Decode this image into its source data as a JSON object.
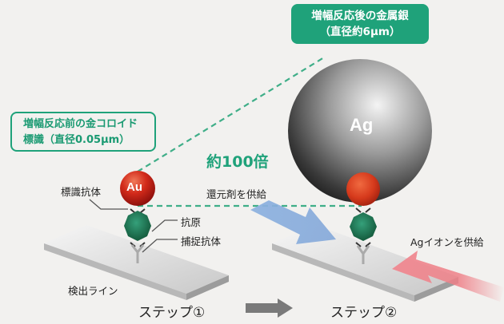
{
  "callouts": {
    "after": {
      "line1": "増幅反応後の金属銀",
      "line2": "（直径約6μm）"
    },
    "before": {
      "line1": "増幅反応前の金コロイド",
      "line2": "標識（直径0.05μm）"
    }
  },
  "magnification": "約100倍",
  "particles": {
    "gold": "Au",
    "silver": "Ag"
  },
  "labels": {
    "labeled_antibody": "標識抗体",
    "antigen": "抗原",
    "capture_antibody": "捕捉抗体",
    "detection_line": "検出ライン",
    "reducing_agent": "還元剤を供給",
    "ag_ion": "Agイオンを供給"
  },
  "steps": {
    "step1": "ステップ①",
    "step2": "ステップ②"
  },
  "colors": {
    "accent_green": "#1fa27a",
    "gold_particle": "#c8201a",
    "silver_particle": "#6b6b6b",
    "antigen": "#1f7a55",
    "reducing_arrow": "#8fb3e0",
    "ion_arrow": "#ee8088",
    "background": "#f2f1ef"
  }
}
